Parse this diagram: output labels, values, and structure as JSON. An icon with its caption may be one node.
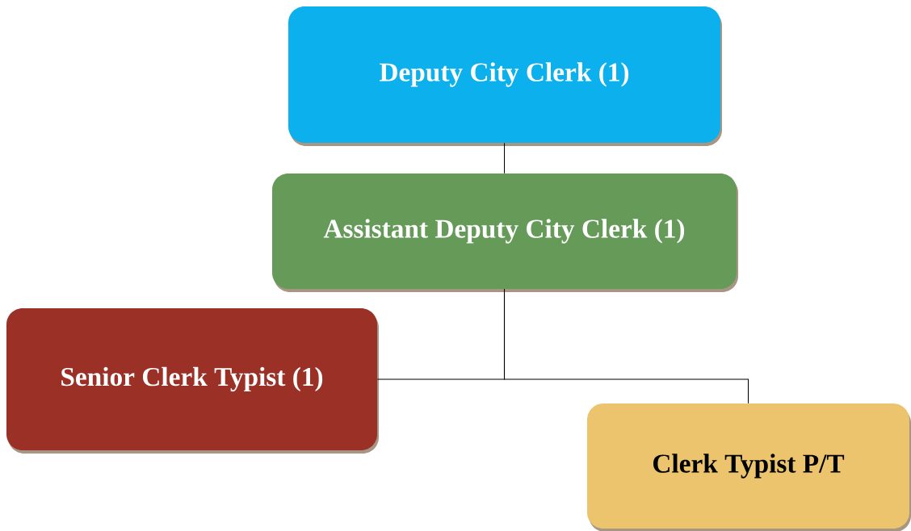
{
  "diagram": {
    "nodes": [
      {
        "text": [
          "Deputy City Clerk (1)"
        ]
      },
      {
        "text": [
          "Assistant Deputy City Clerk (1)"
        ]
      },
      {
        "text": [
          "Senior Clerk Typist (1)"
        ]
      },
      {
        "text": [
          "Clerk Typist P/T"
        ]
      }
    ],
    "edges": [
      {
        "from": 0,
        "to": 1,
        "arrow": "none"
      },
      {
        "from": 1,
        "to": 2,
        "arrow": "none"
      },
      {
        "from": 1,
        "to": 3,
        "arrow": "none"
      }
    ]
  }
}
